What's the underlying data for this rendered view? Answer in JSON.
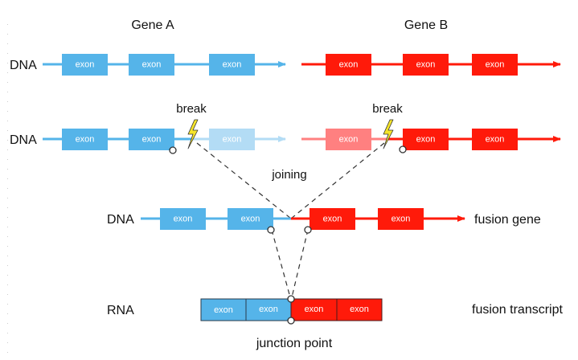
{
  "colors": {
    "gene_a": "#55b4e9",
    "gene_a_faded": "#b3dcf5",
    "gene_b": "#ff1a0a",
    "gene_b_faded": "#ff8080",
    "bolt_fill": "#f5e42a",
    "bolt_stroke": "#333333",
    "dash": "#333333"
  },
  "headers": {
    "gene_a": "Gene A",
    "gene_b": "Gene B"
  },
  "row_labels": {
    "row1": "DNA",
    "row2": "DNA",
    "row3": "DNA",
    "row4": "RNA"
  },
  "exon_label": "exon",
  "annotations": {
    "break_left": "break",
    "break_right": "break",
    "joining": "joining",
    "fusion_gene": "fusion gene",
    "fusion_transcript": "fusion transcript",
    "junction_point": "junction point"
  },
  "rows": {
    "intact": {
      "gene_a_exons": [
        {
          "state": "normal"
        },
        {
          "state": "normal"
        },
        {
          "state": "normal"
        }
      ],
      "gene_b_exons": [
        {
          "state": "normal"
        },
        {
          "state": "normal"
        },
        {
          "state": "normal"
        }
      ]
    },
    "broken": {
      "gene_a_exons": [
        {
          "state": "normal"
        },
        {
          "state": "normal"
        },
        {
          "state": "faded"
        }
      ],
      "gene_b_exons": [
        {
          "state": "faded"
        },
        {
          "state": "normal"
        },
        {
          "state": "normal"
        }
      ]
    },
    "fusion_gene": {
      "exons": [
        {
          "gene": "A"
        },
        {
          "gene": "A"
        },
        {
          "gene": "B"
        },
        {
          "gene": "B"
        }
      ]
    },
    "fusion_transcript": {
      "exons": [
        {
          "gene": "A"
        },
        {
          "gene": "A"
        },
        {
          "gene": "B"
        },
        {
          "gene": "B"
        }
      ]
    }
  }
}
